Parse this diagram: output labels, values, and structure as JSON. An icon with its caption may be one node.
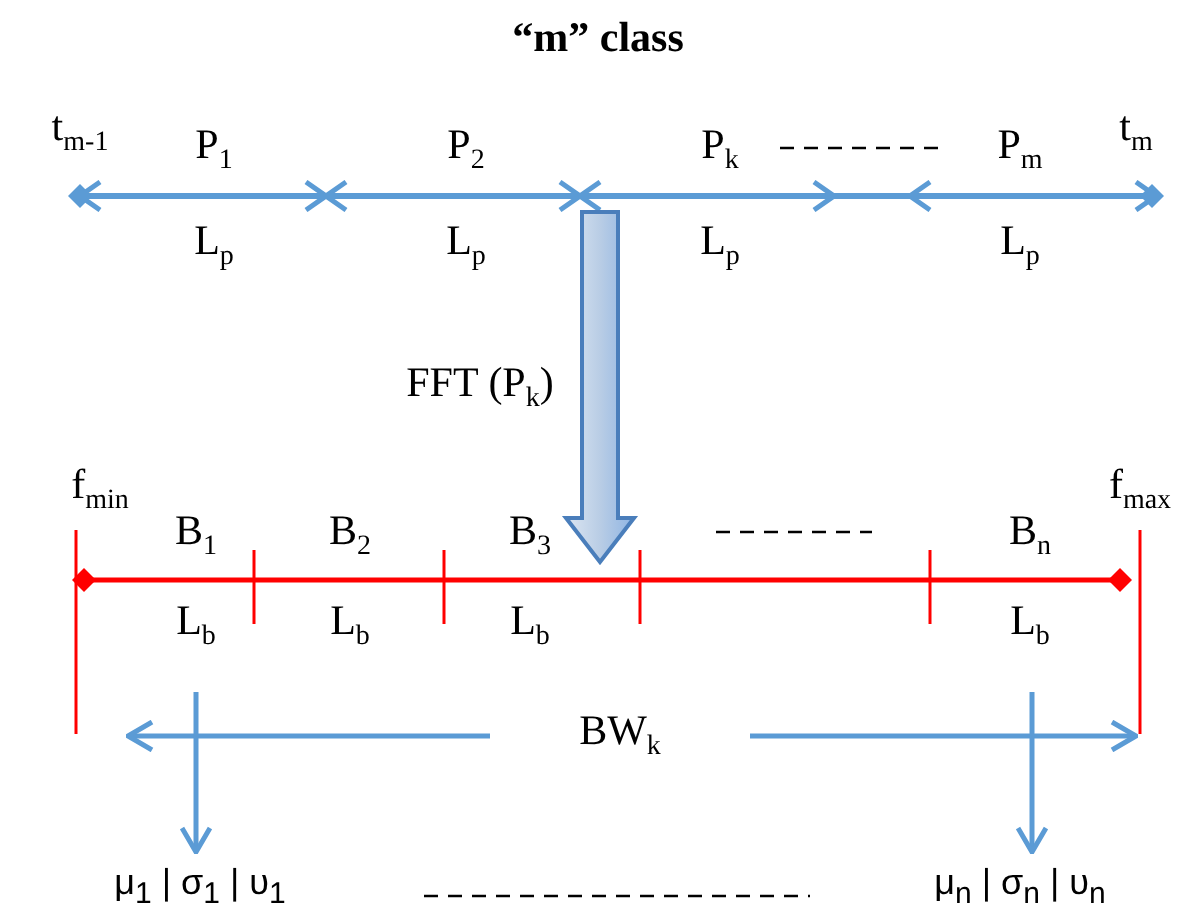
{
  "diagram": {
    "title": "“m” class",
    "nodes": [
      {
        "text": [],
        "shape": "bar"
      },
      {
        "text": [],
        "shape": "bar"
      },
      {
        "text": [
          "μ$_{1}$ | σ$_{1}$ | υ$_{1}$"
        ]
      },
      {
        "text": [
          "μ$_{n}$ | σ$_{n}$ | υ$_{n}$"
        ]
      }
    ],
    "edges": [
      {
        "from": 0,
        "to": 1,
        "arrow": "to",
        "label": "FFT (P$_{k}$)",
        "style": "thick"
      },
      {
        "from": null,
        "to": 2,
        "arrow": "to"
      },
      {
        "from": null,
        "to": 3,
        "arrow": "to"
      }
    ],
    "labels": [
      "t$_{m-1}$",
      "P$_{1}$",
      "P$_{2}$",
      "P$_{k}$",
      "P$_{m}$",
      "t$_{m}$",
      "L$_{p}$",
      "L$_{p}$",
      "L$_{p}$",
      "L$_{p}$",
      "f$_{min}$",
      "B$_{1}$",
      "B$_{2}$",
      "B$_{3}$",
      "B$_{n}$",
      "f$_{max}$",
      "L$_{b}$",
      "L$_{b}$",
      "L$_{b}$",
      "L$_{b}$",
      "BW$_{k}$"
    ]
  }
}
